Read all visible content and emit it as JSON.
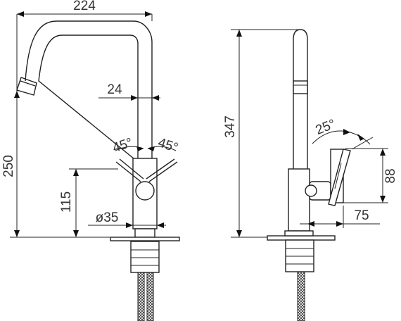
{
  "front_view": {
    "width_label": "224",
    "spout_diameter_label": "24",
    "handle_angle_left_label": "45°",
    "handle_angle_right_label": "45°",
    "total_height_label": "250",
    "handle_height_label": "115",
    "body_diameter_label": "ø35"
  },
  "side_view": {
    "total_height_label": "347",
    "handle_angle_label": "25°",
    "handle_height_label": "88",
    "handle_reach_label": "75"
  }
}
